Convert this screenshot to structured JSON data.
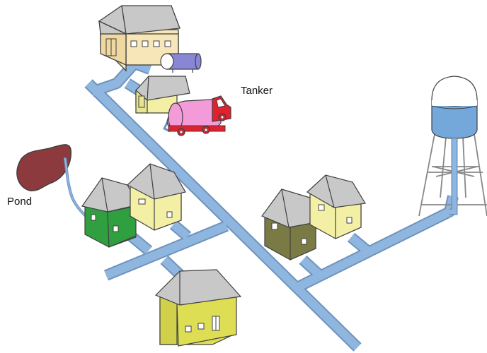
{
  "labels": {
    "tanker": "Tanker",
    "pond": "Pond"
  },
  "colors": {
    "pipe": "#8eb6de",
    "pipe_outline": "#6f93bd",
    "roof": "#c8c8c8",
    "outline": "#404040",
    "warehouse_wall": "#f7e6b8",
    "storage_tank": "#8a86d6",
    "pump_house_wall": "#f3f0a6",
    "truck_cab": "#e1212e",
    "truck_tank": "#f39bd8",
    "pond": "#8d3a3f",
    "house_green": "#2f9f3f",
    "house_cream": "#f3f0a6",
    "house_olive": "#7a7a45",
    "house_yellow": "#dede55",
    "water_tower_water": "#75a8da",
    "water_tower_frame": "#888888"
  },
  "components": [
    "warehouse",
    "storage-tank",
    "pump-house",
    "tanker-truck",
    "pond",
    "house-green",
    "house-cream-left",
    "house-olive",
    "house-cream-right",
    "house-yellow",
    "water-tower",
    "water-main"
  ]
}
